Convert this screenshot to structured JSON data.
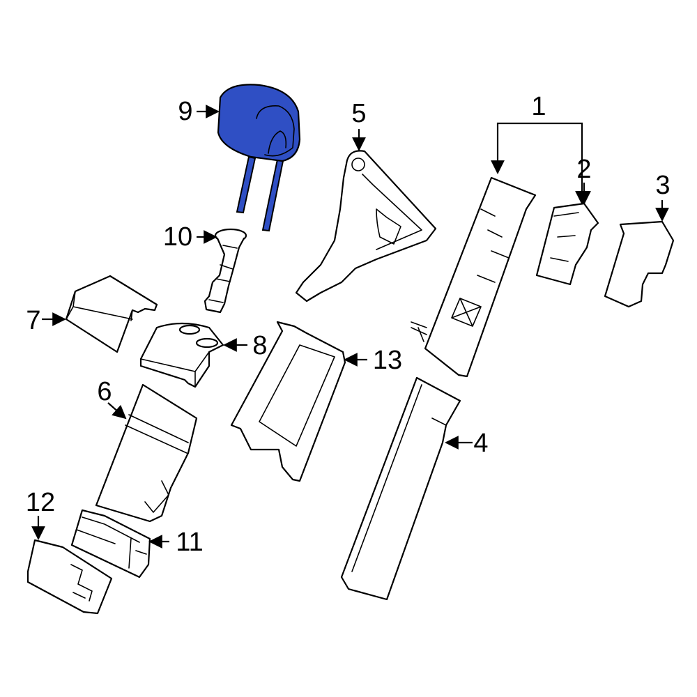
{
  "diagram": {
    "highlight_color": "#2f4fc4",
    "callouts": {
      "c1": "1",
      "c2": "2",
      "c3": "3",
      "c4": "4",
      "c5": "5",
      "c6": "6",
      "c7": "7",
      "c8": "8",
      "c9": "9",
      "c10": "10",
      "c11": "11",
      "c12": "12",
      "c13": "13"
    }
  }
}
